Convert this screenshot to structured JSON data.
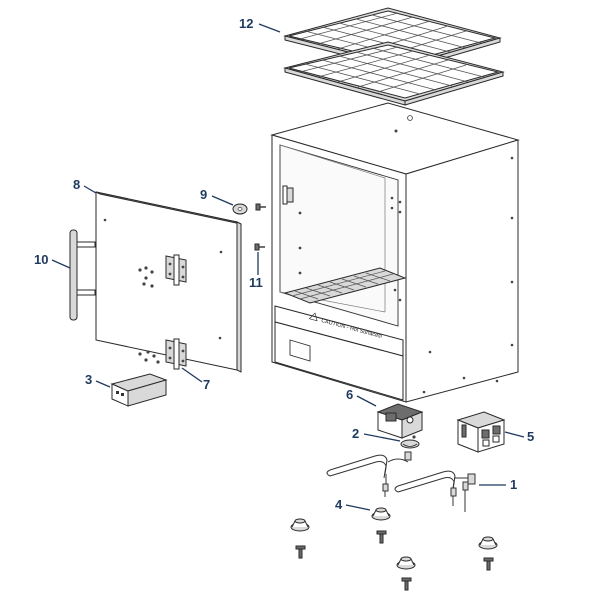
{
  "callouts": [
    {
      "number": "1",
      "part": "heating-element"
    },
    {
      "number": "2",
      "part": "thermostat-bulb"
    },
    {
      "number": "3",
      "part": "control-module"
    },
    {
      "number": "4",
      "part": "leveling-foot"
    },
    {
      "number": "5",
      "part": "terminal-block"
    },
    {
      "number": "6",
      "part": "thermostat"
    },
    {
      "number": "7",
      "part": "door-hinge"
    },
    {
      "number": "8",
      "part": "door-panel"
    },
    {
      "number": "9",
      "part": "washer"
    },
    {
      "number": "10",
      "part": "door-handle"
    },
    {
      "number": "11",
      "part": "screw"
    },
    {
      "number": "12",
      "part": "wire-shelf"
    }
  ],
  "caution_label": "CAUTION - Hot Surfaces!",
  "colors": {
    "callout": "#1f3a5f",
    "outline": "#2a2a2a"
  }
}
